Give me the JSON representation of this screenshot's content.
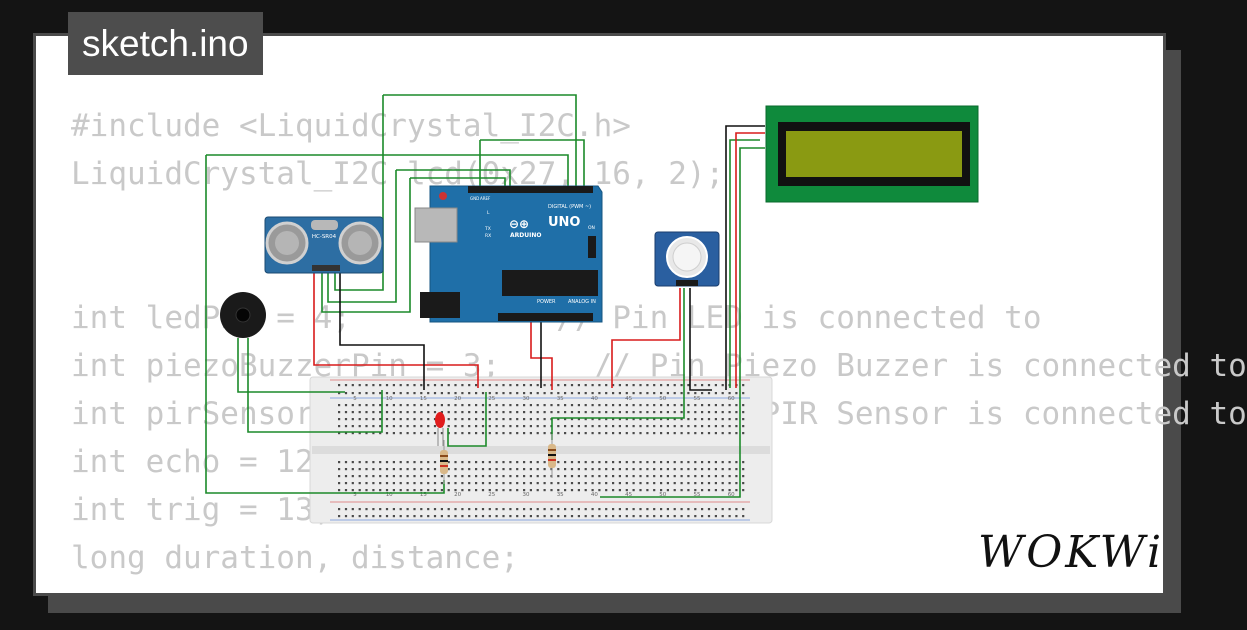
{
  "title": "sketch.ino",
  "logo_text": "WOKWi",
  "code_lines": [
    "#include <LiquidCrystal_I2C.h>",
    "LiquidCrystal_I2C lcd(0x27, 16, 2);",
    "",
    "",
    "int ledPin = 4;           // Pin LED is connected to",
    "int piezoBuzzerPin = 3;     // Pin Piezo Buzzer is connected to",
    "int pirSensor = 2;            // PIN PIR Sensor is connected to",
    "int echo = 12;",
    "int trig = 13;",
    "long duration, distance;"
  ],
  "components": {
    "arduino": {
      "label": "UNO",
      "brand": "ARDUINO",
      "digital": "DIGITAL (PWM ~)",
      "power": "POWER",
      "analog": "ANALOG IN",
      "aref": "AREF",
      "gnd": "GND",
      "tx": "TX",
      "rx": "RX",
      "on": "ON",
      "l": "L",
      "color": "#1f6fa8"
    },
    "ultrasonic": {
      "label": "HC-SR04",
      "color": "#2d6ea3"
    },
    "lcd": {
      "color": "#0f8a3c",
      "screen": "#8a9a12"
    },
    "pir": {
      "color": "#2a5fa0"
    },
    "breadboard": {
      "numbers": [
        "5",
        "10",
        "15",
        "20",
        "25",
        "30",
        "35",
        "40",
        "45",
        "50",
        "55",
        "60"
      ]
    }
  },
  "colors": {
    "background": "#141414",
    "card": "#ffffff",
    "code_text": "#c9c9c9",
    "wire_green": "#1c8a2a",
    "wire_red": "#d81c1c",
    "wire_black": "#111111"
  }
}
